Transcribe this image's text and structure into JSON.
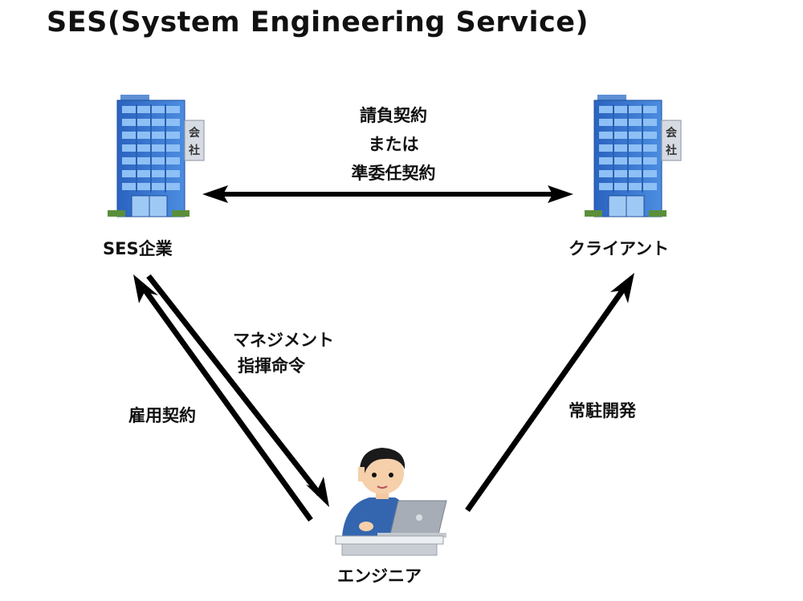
{
  "title": "SES(System Engineering Service)",
  "nodes": {
    "ses_company": {
      "label": "SES企業",
      "sign": [
        "会",
        "社"
      ]
    },
    "client": {
      "label": "クライアント",
      "sign": [
        "会",
        "社"
      ]
    },
    "engineer": {
      "label": "エンジニア"
    }
  },
  "edges": {
    "company_client": {
      "lines": [
        "請負契約",
        "または",
        "準委任契約"
      ]
    },
    "management": {
      "lines": [
        "マネジメント",
        "指揮命令"
      ]
    },
    "employment": {
      "label": "雇用契約"
    },
    "onsite": {
      "label": "常駐開発"
    }
  },
  "colors": {
    "building_blue": "#3a7bd5",
    "building_dark": "#2a5fb0",
    "window": "#7fb2ee",
    "shirt": "#2f5fa8",
    "arrow": "#000000"
  }
}
